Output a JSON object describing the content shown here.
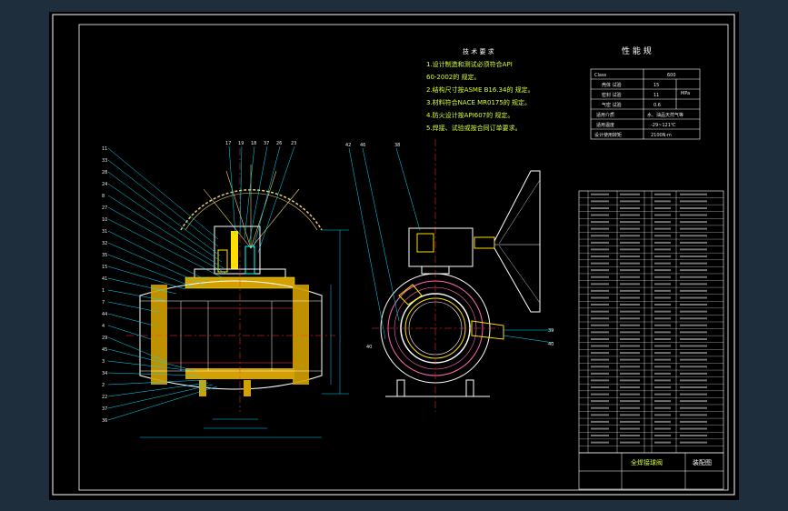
{
  "tech_notes": {
    "title": "技 术 要 求",
    "lines": [
      "1.设计制造和测试必须符合API",
      "60-2002的 规定。",
      "2.结构尺寸按ASME B16.34的 规定。",
      "3.材料符合NACE MR0175的 规定。",
      "4.防火设计按API607的 规定。",
      "5.焊接、试验或按合同订单要求。"
    ]
  },
  "perf_table": {
    "title": "性 能 规",
    "rows": [
      {
        "label": "Class",
        "value": "600"
      },
      {
        "label": "壳体 试验",
        "value": "15"
      },
      {
        "label": "密封 试验",
        "value": "11"
      },
      {
        "label": "气密 试验",
        "value": "0.6"
      },
      {
        "label": "适用介质",
        "value": "水、油品天然气等"
      },
      {
        "label": "适用温度",
        "value": "-29~121℃"
      },
      {
        "label": "设计使用转矩",
        "value": "2100N·m"
      }
    ],
    "unit": "MPa"
  },
  "title_block": {
    "name": "全焊接球阀",
    "drawing": "装配图"
  },
  "front_callouts": [
    "11",
    "33",
    "28",
    "24",
    "8",
    "27",
    "10",
    "31",
    "32",
    "35",
    "15",
    "41",
    "1",
    "7",
    "44",
    "4",
    "29",
    "45",
    "3",
    "34",
    "2",
    "22",
    "37",
    "36"
  ],
  "top_callouts": [
    "17",
    "19",
    "18",
    "37",
    "26",
    "23"
  ],
  "side_callouts": [
    "42",
    "46",
    "38",
    "39",
    "40",
    "40"
  ]
}
